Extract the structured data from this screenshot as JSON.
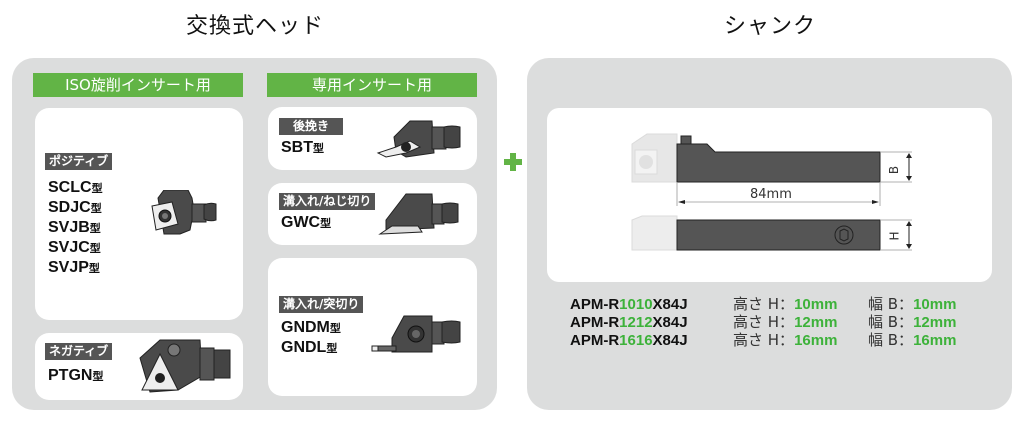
{
  "left_section": {
    "title": "交換式ヘッド",
    "iso_header": "ISO旋削インサート用",
    "special_header": "専用インサート用",
    "positive": {
      "tag": "ポジティブ",
      "models": [
        {
          "code": "SCLC",
          "suffix": "型"
        },
        {
          "code": "SDJC",
          "suffix": "型"
        },
        {
          "code": "SVJB",
          "suffix": "型"
        },
        {
          "code": "SVJC",
          "suffix": "型"
        },
        {
          "code": "SVJP",
          "suffix": "型"
        }
      ],
      "icon": "positive-insert-head-icon"
    },
    "negative": {
      "tag": "ネガティブ",
      "models": [
        {
          "code": "PTGN",
          "suffix": "型"
        }
      ],
      "icon": "negative-insert-head-icon"
    },
    "back_turning": {
      "tag": "後挽き",
      "models": [
        {
          "code": "SBT",
          "suffix": "型"
        }
      ],
      "icon": "back-turning-head-icon"
    },
    "grooving_threading": {
      "tag": "溝入れ/ねじ切り",
      "models": [
        {
          "code": "GWC",
          "suffix": "型"
        }
      ],
      "icon": "grooving-threading-head-icon"
    },
    "grooving_parting": {
      "tag": "溝入れ/突切り",
      "models": [
        {
          "code": "GNDM",
          "suffix": "型"
        },
        {
          "code": "GNDL",
          "suffix": "型"
        }
      ],
      "icon": "grooving-parting-head-icon"
    }
  },
  "plus_icon": "plus-icon",
  "right_section": {
    "title": "シャンク",
    "diagram": {
      "length_label": "84mm",
      "width_label": "B",
      "height_label": "H"
    },
    "specs": [
      {
        "prefix": "APM-R",
        "size": "1010",
        "suffix": "X84J",
        "height_label": "高さ H：",
        "height_value": "10mm",
        "width_label": "幅 B：",
        "width_value": "10mm"
      },
      {
        "prefix": "APM-R",
        "size": "1212",
        "suffix": "X84J",
        "height_label": "高さ H：",
        "height_value": "12mm",
        "width_label": "幅 B：",
        "width_value": "12mm"
      },
      {
        "prefix": "APM-R",
        "size": "1616",
        "suffix": "X84J",
        "height_label": "高さ H：",
        "height_value": "16mm",
        "width_label": "幅 B：",
        "width_value": "16mm"
      }
    ]
  },
  "colors": {
    "accent_green": "#62b446",
    "value_green": "#3db23a",
    "panel_gray": "#dcdddd",
    "tag_gray": "#555555",
    "tool_dark": "#555555"
  }
}
